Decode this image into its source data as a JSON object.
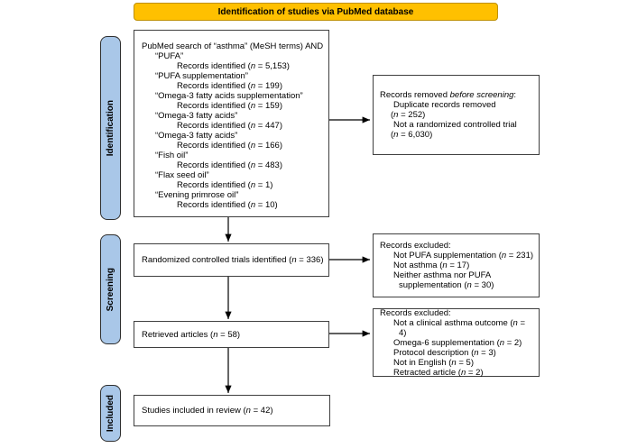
{
  "colors": {
    "banner_fill": "#FFC000",
    "banner_border": "#BF9000",
    "stage_fill": "#A9C7E8",
    "stage_border": "#2F2F2F",
    "box_border": "#3F3F3F",
    "text": "#000000",
    "arrow": "#000000"
  },
  "banner": {
    "label": "Identification of studies via PubMed database"
  },
  "stages": [
    {
      "id": "identification",
      "label": "Identification"
    },
    {
      "id": "screening",
      "label": "Screening"
    },
    {
      "id": "included",
      "label": "Included"
    }
  ],
  "count_format": {
    "open": "(",
    "n": "n",
    "eq": " = ",
    "close": ")"
  },
  "search_box": {
    "intro": "PubMed search of “asthma” (MeSH terms) AND",
    "records_identified_label": "Records identified",
    "terms": [
      {
        "term": "“PUFA”",
        "count": "5,153"
      },
      {
        "term": "“PUFA supplementation”",
        "count": "199"
      },
      {
        "term": "“Omega-3 fatty acids supplementation”",
        "count": "159"
      },
      {
        "term": "“Omega-3 fatty acids”",
        "count": "447"
      },
      {
        "term": "“Omega-3 fatty acids”",
        "count": "166"
      },
      {
        "term": "“Fish oil”",
        "count": "483"
      },
      {
        "term": "“Flax seed oil”",
        "count": "1"
      },
      {
        "term": "“Evening primrose oil”",
        "count": "10"
      }
    ]
  },
  "flow_boxes": [
    {
      "id": "rct-identified",
      "text": "Randomized controlled trials identified",
      "count": "336"
    },
    {
      "id": "retrieved-articles",
      "text": "Retrieved articles",
      "count": "58"
    },
    {
      "id": "studies-included",
      "text": "Studies included in review",
      "count": "42"
    }
  ],
  "exclusion_boxes": [
    {
      "id": "records-removed-before-screening",
      "title_parts": [
        {
          "text": "Records removed ",
          "italic": false
        },
        {
          "text": "before screening",
          "italic": true
        },
        {
          "text": ":",
          "italic": false
        }
      ],
      "items": [
        {
          "text": "Duplicate records removed",
          "count": "252",
          "count_on_new_line": true
        },
        {
          "text": "Not a randomized controlled trial",
          "count": "6,030",
          "count_on_new_line": true
        }
      ]
    },
    {
      "id": "records-excluded-screening",
      "title_parts": [
        {
          "text": "Records excluded:",
          "italic": false
        }
      ],
      "items": [
        {
          "text": "Not PUFA supplementation",
          "count": "231"
        },
        {
          "text": "Not asthma",
          "count": "17"
        },
        {
          "text": "Neither asthma nor PUFA supplementation",
          "count": "30"
        }
      ]
    },
    {
      "id": "records-excluded-retrieval",
      "title_parts": [
        {
          "text": "Records excluded:",
          "italic": false
        }
      ],
      "items": [
        {
          "text": "Not a clinical asthma outcome",
          "count": "4"
        },
        {
          "text": "Omega-6 supplementation",
          "count": "2"
        },
        {
          "text": "Protocol description",
          "count": "3"
        },
        {
          "text": "Not in English",
          "count": "5"
        },
        {
          "text": "Retracted article",
          "count": "2"
        }
      ]
    }
  ]
}
